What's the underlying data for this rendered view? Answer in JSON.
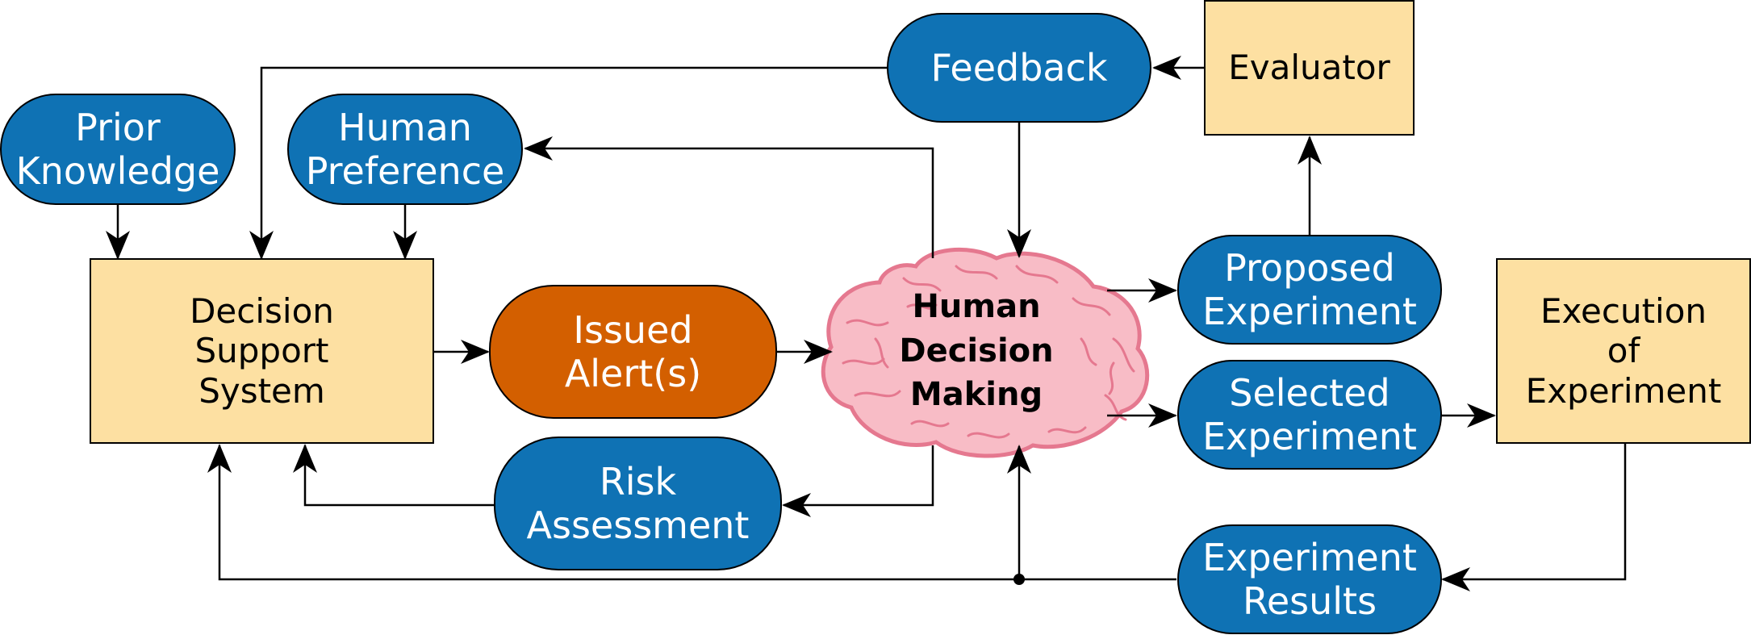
{
  "colors": {
    "pill_blue": "#0f72b4",
    "pill_orange": "#d35f00",
    "box_fill": "#fde0a2",
    "brain_fill": "#f8bcc6",
    "brain_stroke": "#e5788f",
    "line": "#000000"
  },
  "nodes": {
    "prior_knowledge": [
      "Prior",
      "Knowledge"
    ],
    "human_preference": [
      "Human",
      "Preference"
    ],
    "feedback": [
      "Feedback"
    ],
    "evaluator": [
      "Evaluator"
    ],
    "decision_support_system": [
      "Decision",
      "Support",
      "System"
    ],
    "issued_alerts": [
      "Issued",
      "Alert(s)"
    ],
    "human_decision_making": [
      "Human",
      "Decision",
      "Making"
    ],
    "proposed_experiment": [
      "Proposed",
      "Experiment"
    ],
    "selected_experiment": [
      "Selected",
      "Experiment"
    ],
    "execution_of_experiment": [
      "Execution",
      "of",
      "Experiment"
    ],
    "risk_assessment": [
      "Risk",
      "Assessment"
    ],
    "experiment_results": [
      "Experiment",
      "Results"
    ]
  }
}
